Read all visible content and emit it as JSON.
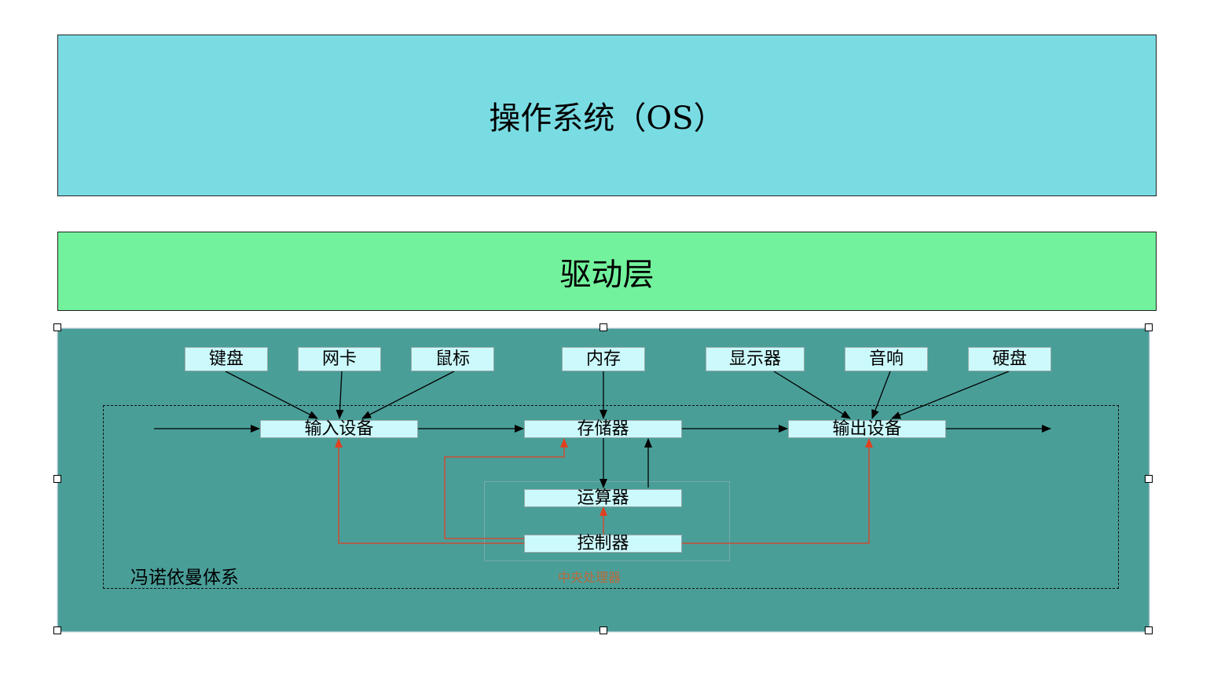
{
  "layers": {
    "os": "操作系统（OS）",
    "driver": "驱动层"
  },
  "architecture": {
    "title": "冯诺依曼体系",
    "cpu_label": "中央处理器",
    "peripherals": {
      "keyboard": "键盘",
      "nic": "网卡",
      "mouse": "鼠标",
      "memory": "内存",
      "display": "显示器",
      "speaker": "音响",
      "disk": "硬盘"
    },
    "units": {
      "input": "输入设备",
      "storage": "存储器",
      "output": "输出设备",
      "alu": "运算器",
      "control": "控制器"
    }
  },
  "colors": {
    "os_bg": "#7ADCE3",
    "driver_bg": "#72F29C",
    "hw_bg": "#4A9E98",
    "box_bg": "#CCFAFC",
    "control_line": "#E04020"
  }
}
